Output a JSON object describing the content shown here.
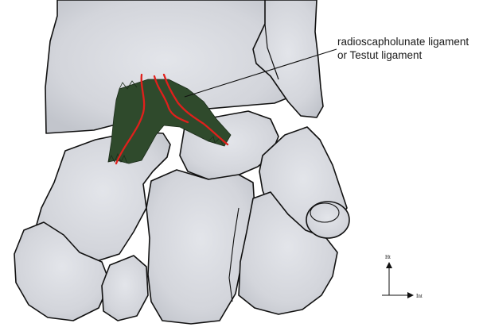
{
  "callout": {
    "line1": "radioscapholunate ligament",
    "line2": "or Testut ligament"
  },
  "orientation": {
    "vertical_label": "Ht",
    "horizontal_label": "Int"
  },
  "colors": {
    "bone_fill": "#d6d8de",
    "bone_shade": "#b9bcc4",
    "outline": "#111111",
    "ligament_fill": "#2f4a2c",
    "ligament_fiber": "#e0201c"
  }
}
